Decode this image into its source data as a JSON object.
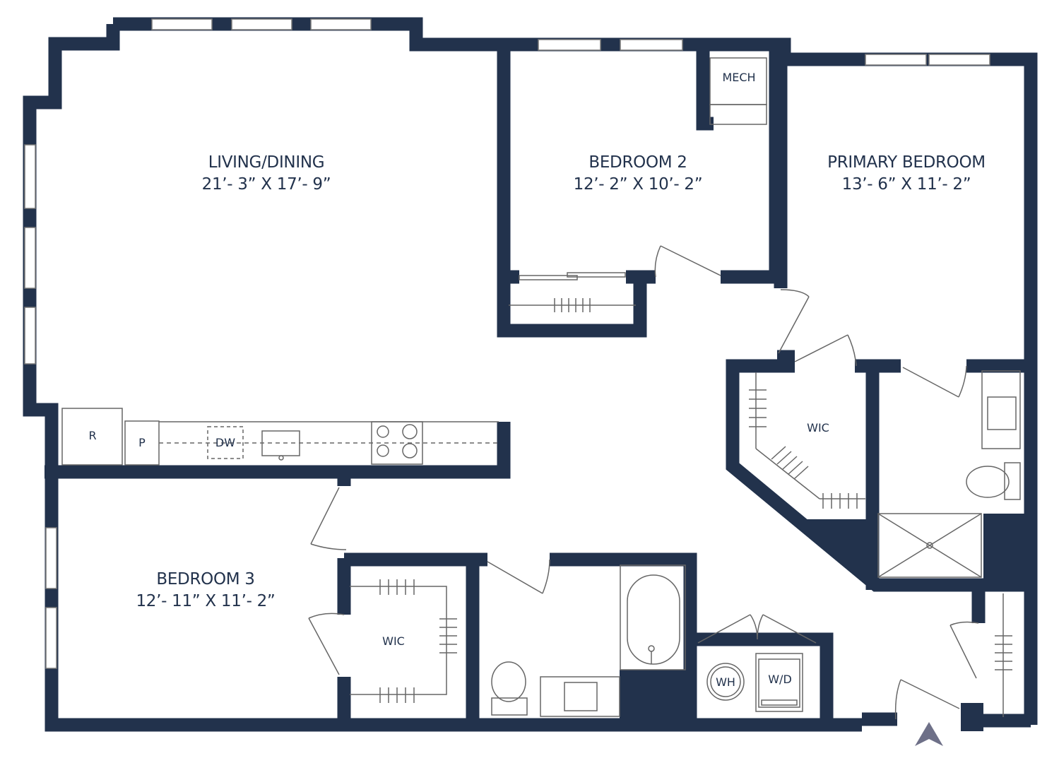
{
  "colors": {
    "wall": "#22324c",
    "arrow": "#6e7088",
    "fixture": "#555"
  },
  "rooms": [
    {
      "name": "LIVING/DINING",
      "dims": "21’- 3” X 17’- 9”"
    },
    {
      "name": "BEDROOM 2",
      "dims": "12’- 2” X 10’- 2”"
    },
    {
      "name": "PRIMARY BEDROOM",
      "dims": "13’- 6” X 11’- 2”"
    },
    {
      "name": "BEDROOM 3",
      "dims": "12’- 11” X 11’- 2”"
    }
  ],
  "labels": {
    "mech": "MECH",
    "wic_primary": "WIC",
    "wic_bed3": "WIC",
    "refrigerator": "R",
    "pantry": "P",
    "dishwasher": "DW",
    "water_heater": "WH",
    "washer_dryer": "W/D"
  },
  "north_arrow": "north-arrow-icon"
}
